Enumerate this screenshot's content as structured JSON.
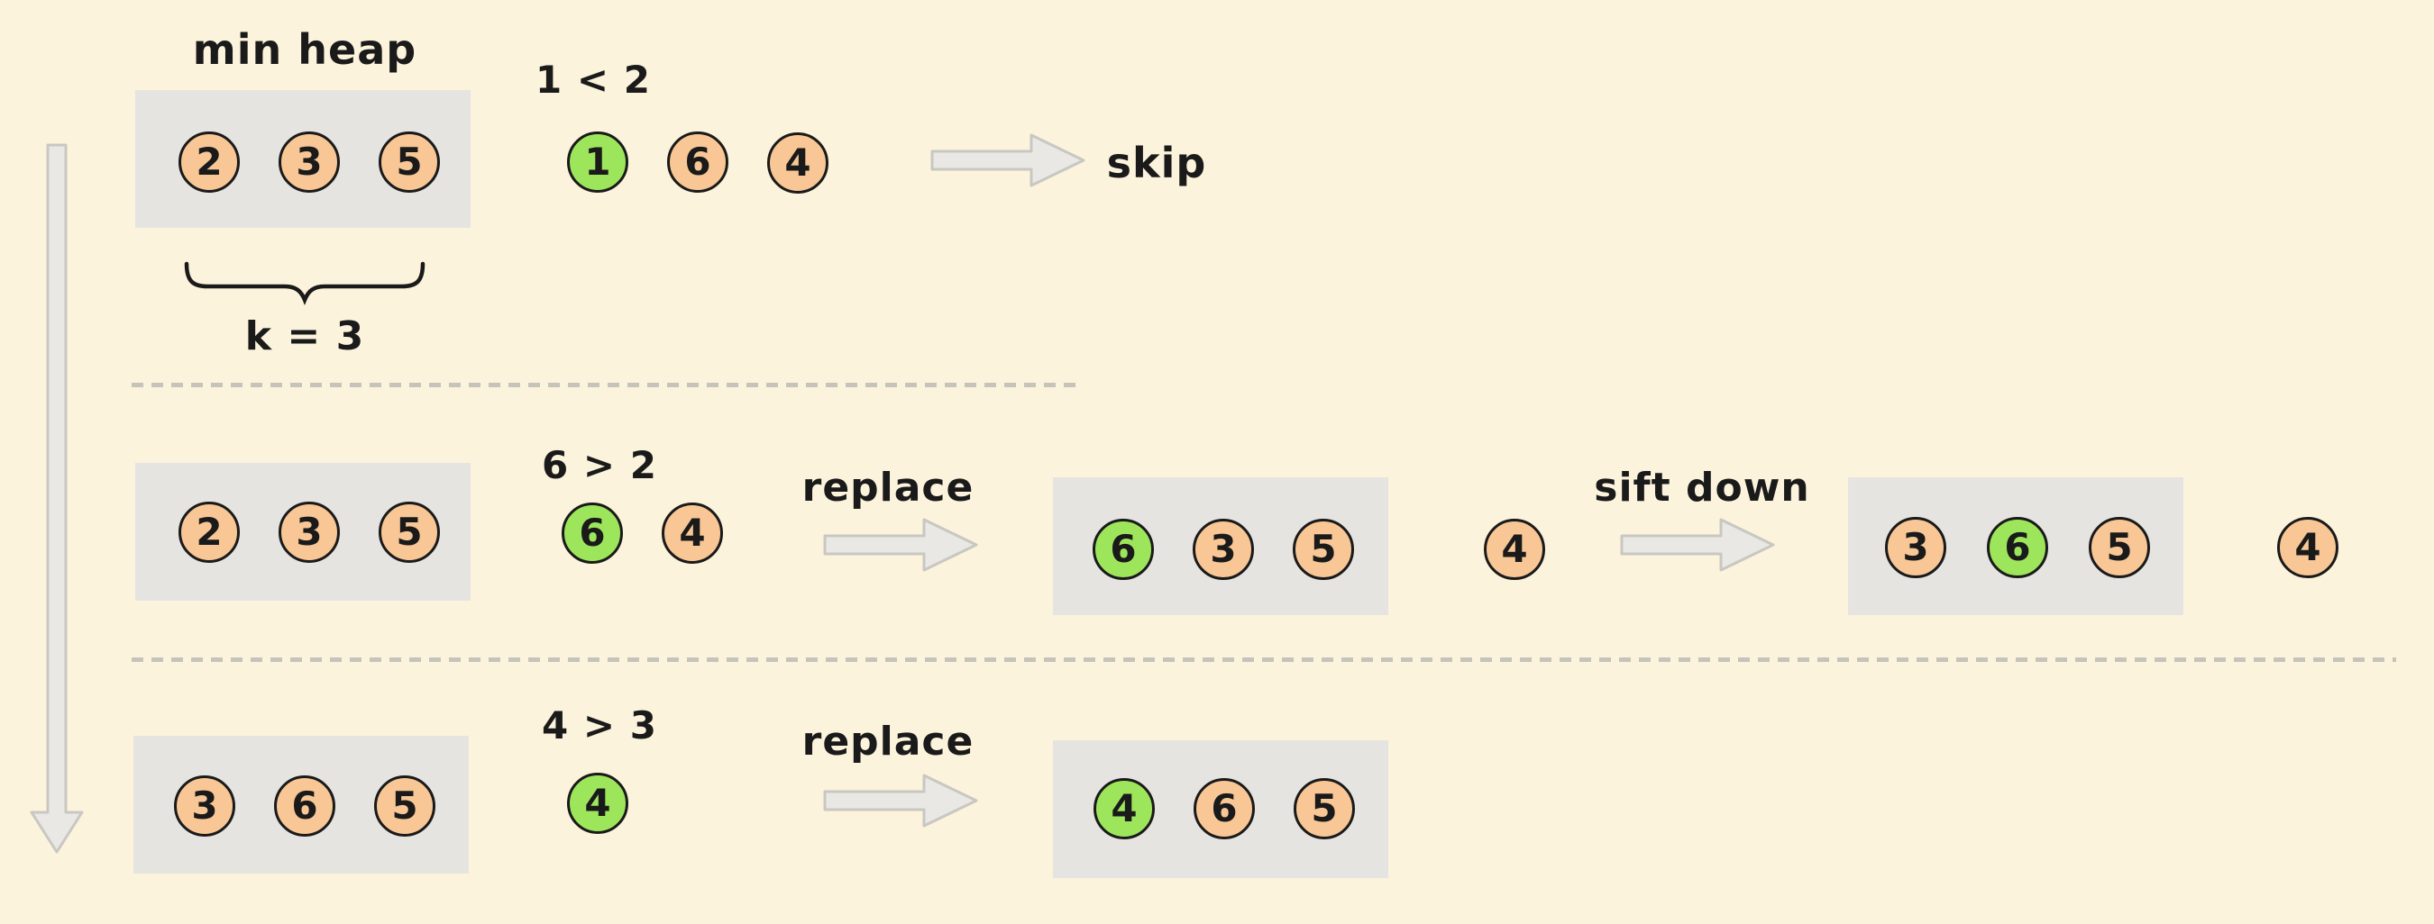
{
  "colors": {
    "background": "#FCF3DC",
    "panel_gray": "#E5E4E1",
    "node_orange": "#F8C795",
    "node_green": "#9DE65C",
    "node_outline": "#1A1A1A",
    "text": "#1A1A1A",
    "arrow_fill": "#E9E8E4",
    "arrow_stroke": "#C9C7C2",
    "dash_gray": "#C6C3BB"
  },
  "heap_panel": {
    "title": "min heap",
    "bracket_label": "k = 3"
  },
  "steps": [
    {
      "heap": {
        "nodes": [
          "2",
          "3",
          "5"
        ],
        "highlighted": []
      },
      "condition": "1 < 2",
      "incoming": {
        "nodes": [
          "1",
          "6",
          "4"
        ],
        "highlighted": [
          0
        ]
      },
      "action": "skip"
    },
    {
      "heap": {
        "nodes": [
          "2",
          "3",
          "5"
        ],
        "highlighted": []
      },
      "condition": "6 > 2",
      "incoming": {
        "nodes": [
          "6",
          "4"
        ],
        "highlighted": [
          0
        ]
      },
      "action": "replace",
      "after_replace": {
        "nodes": [
          "6",
          "3",
          "5"
        ],
        "highlighted": [
          0
        ],
        "pending": "4"
      },
      "action2": "sift down",
      "after_sift": {
        "nodes": [
          "3",
          "6",
          "5"
        ],
        "highlighted": [
          1
        ],
        "pending": "4"
      }
    },
    {
      "heap": {
        "nodes": [
          "3",
          "6",
          "5"
        ],
        "highlighted": []
      },
      "condition": "4 > 3",
      "incoming": {
        "nodes": [
          "4"
        ],
        "highlighted": [
          0
        ]
      },
      "action": "replace",
      "after_replace": {
        "nodes": [
          "4",
          "6",
          "5"
        ],
        "highlighted": [
          0
        ]
      }
    }
  ]
}
